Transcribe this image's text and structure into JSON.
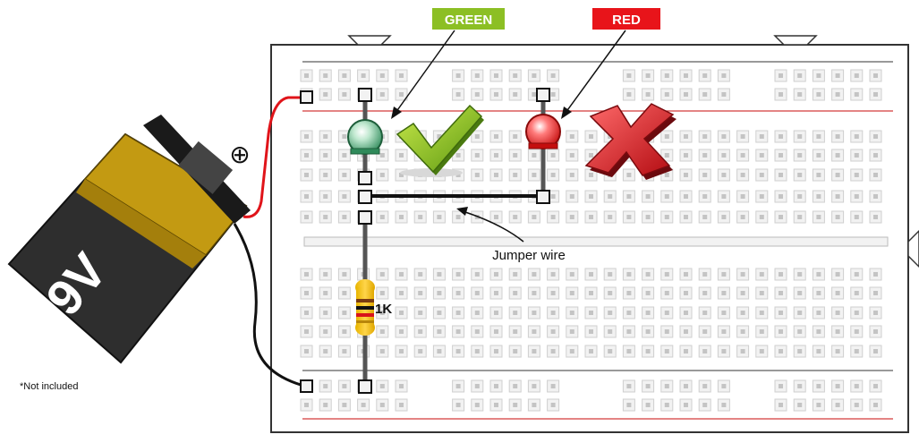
{
  "labels": {
    "green_led": "GREEN",
    "red_led": "RED",
    "battery": "9V",
    "positive_terminal": "⊕",
    "resistor": "1K",
    "jumper": "Jumper wire",
    "note": "*Not included"
  },
  "colors": {
    "green_badge": "#8cbf24",
    "red_badge": "#e8141a",
    "battery_gold": "#c39a12",
    "battery_dark": "#2e2e2e",
    "rail_red": "#d43a3a",
    "wire_red": "#e0141a",
    "hole_fill": "#d6d6d6",
    "board_border": "#333333"
  },
  "icons": {
    "check": "check-mark-icon",
    "cross": "x-mark-icon"
  }
}
